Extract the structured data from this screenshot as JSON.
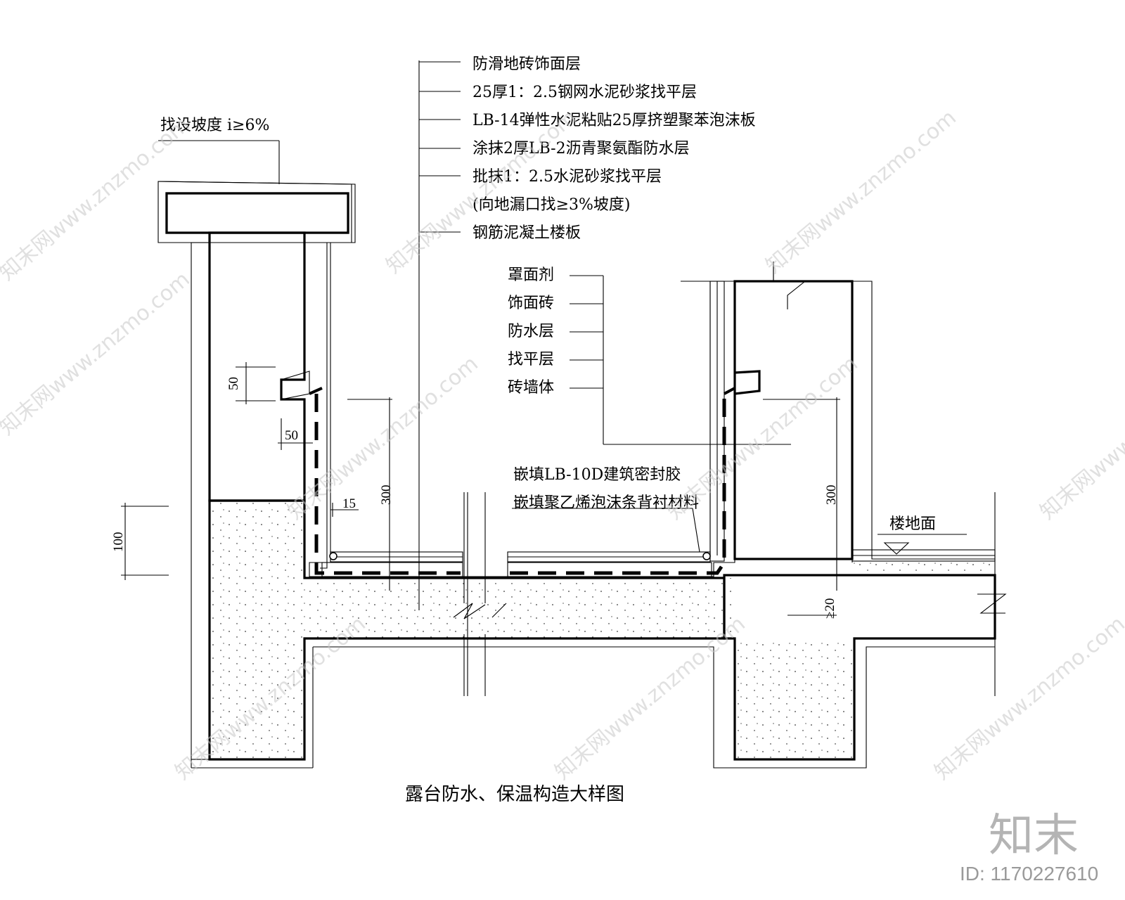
{
  "title": "露台防水、保温构造大样图",
  "coping_label": "找设坡度 i≥6%",
  "layer_labels": [
    "防滑地砖饰面层",
    "25厚1：2.5钢网水泥砂浆找平层",
    "LB-14弹性水泥粘贴25厚挤塑聚苯泡沫板",
    "涂抹2厚LB-2沥青聚氨酯防水层",
    "批抹1：2.5水泥砂浆找平层",
    "(向地漏口找≥3%坡度)",
    "钢筋泥凝土楼板"
  ],
  "wall_labels": [
    "罩面剂",
    "饰面砖",
    "防水层",
    "找平层",
    "砖墙体"
  ],
  "sealant_labels": [
    "嵌填LB-10D建筑密封胶",
    "嵌填聚乙烯泡沫条背衬材料"
  ],
  "floor_label": "楼地面",
  "dimensions": {
    "d50a": "50",
    "d50b": "50",
    "d15": "15",
    "d300_left": "300",
    "d300_right": "300",
    "d100": "100",
    "d20": "≥20"
  },
  "watermark_text": "知末网www.znzmo.com",
  "brand": "知末",
  "id_text": "ID: 1170227610"
}
